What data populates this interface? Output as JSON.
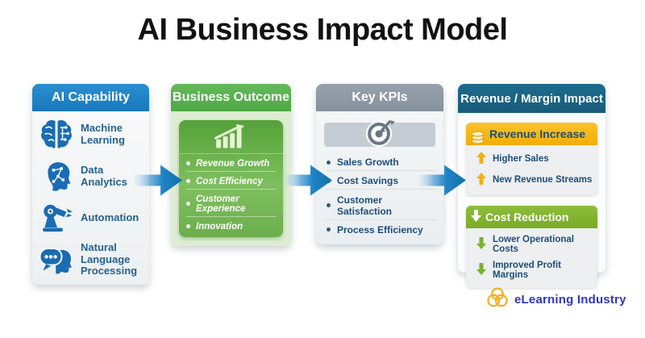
{
  "title": "AI Business Impact Model",
  "columns": {
    "capability": {
      "header": "AI Capability",
      "items": [
        {
          "label": "Machine Learning",
          "icon": "brain-circuit-icon"
        },
        {
          "label": "Data Analytics",
          "icon": "head-circuit-icon"
        },
        {
          "label": "Automation",
          "icon": "robot-arm-icon"
        },
        {
          "label": "Natural Language Processing",
          "icon": "speech-head-icon"
        }
      ]
    },
    "outcome": {
      "header": "Business Outcome",
      "icon": "growth-chart-icon",
      "items": [
        "Revenue Growth",
        "Cost Efficiency",
        "Customer Experience",
        "Innovation"
      ]
    },
    "kpis": {
      "header": "Key KPIs",
      "icon": "target-dart-icon",
      "items": [
        "Sales Growth",
        "Cost Savings",
        "Customer Satisfaction",
        "Process Efficiency"
      ]
    },
    "impact": {
      "header": "Revenue / Margin Impact",
      "sections": [
        {
          "title": "Revenue Increase",
          "icon": "money-stack-icon",
          "direction": "up",
          "items": [
            "Higher Sales",
            "New Revenue Streams"
          ]
        },
        {
          "title": "Cost Reduction",
          "icon": "down-arrow-icon",
          "direction": "down",
          "items": [
            "Lower Operational Costs",
            "Improved Profit Margins"
          ]
        }
      ]
    }
  },
  "brand": {
    "name": "eLearning Industry",
    "icon": "trefoil-circles-icon"
  },
  "colors": {
    "capability_header": "#1c82c6",
    "capability_text": "#26618f",
    "icon_blue": "#1a6cb3",
    "outcome_header": "#57b14e",
    "outcome_card": "#dcedd1",
    "kpi_header": "#8e99a4",
    "kpi_text": "#1d4e79",
    "impact_header": "#19607f",
    "revenue_band_gold": "#f7b719",
    "cost_band_green": "#82b530",
    "flow_arrow_blue": "#1b7ec4",
    "up_arrow_gold": "#edb111",
    "down_arrow_green": "#76b32a",
    "brand_blue": "#2e36c3",
    "brand_gold": "#f1b32b"
  }
}
